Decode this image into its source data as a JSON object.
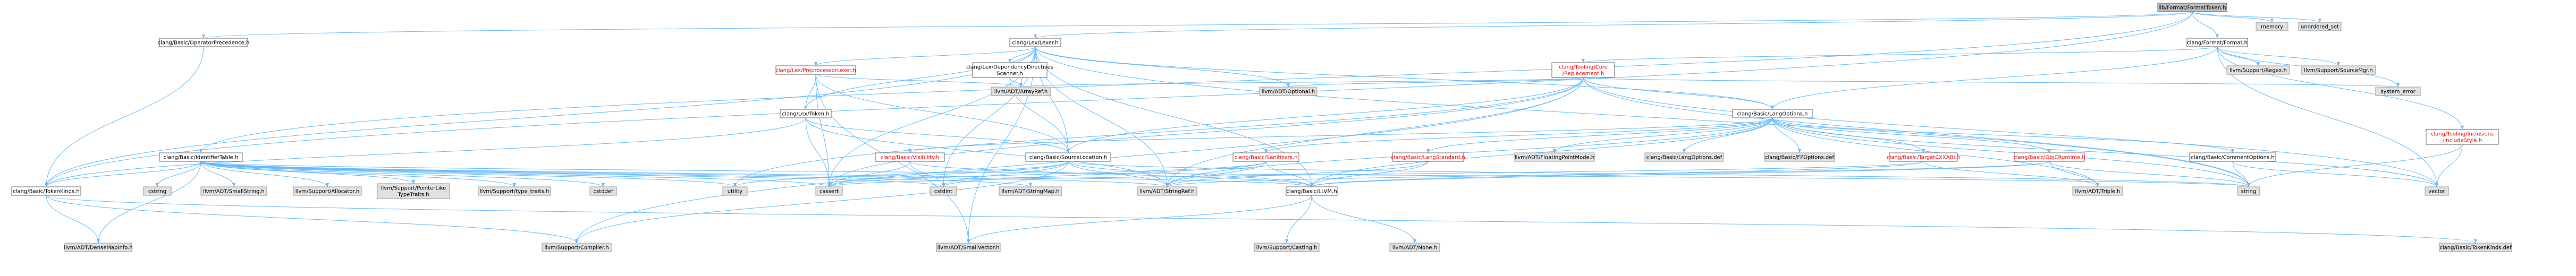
{
  "colors": {
    "node_fill": "#ffffff",
    "node_border": "#666666",
    "root_fill": "#bfbfbf",
    "external_fill": "#e0e0e0",
    "external_border": "#999999",
    "edge": "#63b8ff",
    "red_text": "#ff0000"
  },
  "nodes": [
    {
      "id": "root",
      "lines": [
        "lib/Format/FormatToken.h"
      ],
      "kind": "root"
    },
    {
      "id": "memory",
      "lines": [
        "memory"
      ],
      "kind": "external"
    },
    {
      "id": "unordered_set",
      "lines": [
        "unordered_set"
      ],
      "kind": "external"
    },
    {
      "id": "opprec",
      "lines": [
        "clang/Basic/OperatorPrecedence.h"
      ],
      "kind": "normal"
    },
    {
      "id": "lexer",
      "lines": [
        "clang/Lex/Lexer.h"
      ],
      "kind": "normal"
    },
    {
      "id": "format",
      "lines": [
        "clang/Format/Format.h"
      ],
      "kind": "normal"
    },
    {
      "id": "pplexer",
      "lines": [
        "clang/Lex/PreprocessorLexer.h"
      ],
      "kind": "red"
    },
    {
      "id": "depdir",
      "lines": [
        "clang/Lex/DependencyDirectives",
        "Scanner.h"
      ],
      "kind": "normal"
    },
    {
      "id": "replacement",
      "lines": [
        "clang/Tooling/Core",
        "/Replacement.h"
      ],
      "kind": "red"
    },
    {
      "id": "regex",
      "lines": [
        "llvm/Support/Regex.h"
      ],
      "kind": "external"
    },
    {
      "id": "srcmgr",
      "lines": [
        "llvm/Support/SourceMgr.h"
      ],
      "kind": "external"
    },
    {
      "id": "syserr",
      "lines": [
        "system_error"
      ],
      "kind": "external"
    },
    {
      "id": "token",
      "lines": [
        "clang/Lex/Token.h"
      ],
      "kind": "normal"
    },
    {
      "id": "arrayref",
      "lines": [
        "llvm/ADT/ArrayRef.h"
      ],
      "kind": "external"
    },
    {
      "id": "optional",
      "lines": [
        "llvm/ADT/Optional.h"
      ],
      "kind": "external"
    },
    {
      "id": "langopts",
      "lines": [
        "clang/Basic/LangOptions.h"
      ],
      "kind": "normal"
    },
    {
      "id": "inclstyle",
      "lines": [
        "clang/Tooling/Inclusions",
        "/IncludeStyle.h"
      ],
      "kind": "red"
    },
    {
      "id": "idtable",
      "lines": [
        "clang/Basic/IdentifierTable.h"
      ],
      "kind": "normal"
    },
    {
      "id": "visibility",
      "lines": [
        "clang/Basic/Visibility.h"
      ],
      "kind": "red"
    },
    {
      "id": "srcloc",
      "lines": [
        "clang/Basic/SourceLocation.h"
      ],
      "kind": "normal"
    },
    {
      "id": "sanitizers",
      "lines": [
        "clang/Basic/Sanitizers.h"
      ],
      "kind": "red"
    },
    {
      "id": "langstd",
      "lines": [
        "clang/Basic/LangStandard.h"
      ],
      "kind": "red"
    },
    {
      "id": "fpmode",
      "lines": [
        "llvm/ADT/FloatingPointMode.h"
      ],
      "kind": "external"
    },
    {
      "id": "langoptsdef",
      "lines": [
        "clang/Basic/LangOptions.def"
      ],
      "kind": "external"
    },
    {
      "id": "fpoptsdef",
      "lines": [
        "clang/Basic/FPOptions.def"
      ],
      "kind": "external"
    },
    {
      "id": "targetcxx",
      "lines": [
        "clang/Basic/TargetCXXABI.h"
      ],
      "kind": "red"
    },
    {
      "id": "objcrt",
      "lines": [
        "clang/Basic/ObjCRuntime.h"
      ],
      "kind": "red"
    },
    {
      "id": "commentopts",
      "lines": [
        "clang/Basic/CommentOptions.h"
      ],
      "kind": "normal"
    },
    {
      "id": "tokenkinds",
      "lines": [
        "clang/Basic/TokenKinds.h"
      ],
      "kind": "normal"
    },
    {
      "id": "cstring",
      "lines": [
        "cstring"
      ],
      "kind": "external"
    },
    {
      "id": "smallstring",
      "lines": [
        "llvm/ADT/SmallString.h"
      ],
      "kind": "external"
    },
    {
      "id": "allocator",
      "lines": [
        "llvm/Support/Allocator.h"
      ],
      "kind": "external"
    },
    {
      "id": "ptrlike",
      "lines": [
        "llvm/Support/PointerLike",
        "TypeTraits.h"
      ],
      "kind": "external"
    },
    {
      "id": "typetraits",
      "lines": [
        "llvm/Support/type_traits.h"
      ],
      "kind": "external"
    },
    {
      "id": "cstddef",
      "lines": [
        "cstddef"
      ],
      "kind": "external"
    },
    {
      "id": "utility",
      "lines": [
        "utility"
      ],
      "kind": "external"
    },
    {
      "id": "cassert",
      "lines": [
        "cassert"
      ],
      "kind": "external"
    },
    {
      "id": "cstdint",
      "lines": [
        "cstdint"
      ],
      "kind": "external"
    },
    {
      "id": "stringmap",
      "lines": [
        "llvm/ADT/StringMap.h"
      ],
      "kind": "external"
    },
    {
      "id": "stringref",
      "lines": [
        "llvm/ADT/StringRef.h"
      ],
      "kind": "external"
    },
    {
      "id": "llvmh",
      "lines": [
        "clang/Basic/LLVM.h"
      ],
      "kind": "normal"
    },
    {
      "id": "triple",
      "lines": [
        "llvm/ADT/Triple.h"
      ],
      "kind": "external"
    },
    {
      "id": "string",
      "lines": [
        "string"
      ],
      "kind": "external"
    },
    {
      "id": "vector",
      "lines": [
        "vector"
      ],
      "kind": "external"
    },
    {
      "id": "densemapinfo",
      "lines": [
        "llvm/ADT/DenseMapInfo.h"
      ],
      "kind": "external"
    },
    {
      "id": "compiler",
      "lines": [
        "llvm/Support/Compiler.h"
      ],
      "kind": "external"
    },
    {
      "id": "smallvector",
      "lines": [
        "llvm/ADT/SmallVector.h"
      ],
      "kind": "external"
    },
    {
      "id": "casting",
      "lines": [
        "llvm/Support/Casting.h"
      ],
      "kind": "external"
    },
    {
      "id": "none",
      "lines": [
        "llvm/ADT/None.h"
      ],
      "kind": "external"
    },
    {
      "id": "tokenkindsdef",
      "lines": [
        "clang/Basic/TokenKinds.def"
      ],
      "kind": "external"
    }
  ],
  "edges": [
    [
      "root",
      "memory"
    ],
    [
      "root",
      "unordered_set"
    ],
    [
      "root",
      "opprec"
    ],
    [
      "root",
      "lexer"
    ],
    [
      "root",
      "format"
    ],
    [
      "root",
      "idtable"
    ],
    [
      "root",
      "tokenkinds"
    ],
    [
      "opprec",
      "tokenkinds"
    ],
    [
      "lexer",
      "pplexer"
    ],
    [
      "lexer",
      "depdir"
    ],
    [
      "lexer",
      "token"
    ],
    [
      "lexer",
      "arrayref"
    ],
    [
      "lexer",
      "optional"
    ],
    [
      "lexer",
      "langopts"
    ],
    [
      "lexer",
      "srcloc"
    ],
    [
      "lexer",
      "tokenkinds"
    ],
    [
      "lexer",
      "llvmh"
    ],
    [
      "lexer",
      "stringref"
    ],
    [
      "lexer",
      "cassert"
    ],
    [
      "lexer",
      "cstdint"
    ],
    [
      "lexer",
      "string"
    ],
    [
      "lexer",
      "smallvector"
    ],
    [
      "format",
      "replacement"
    ],
    [
      "format",
      "langopts"
    ],
    [
      "format",
      "regex"
    ],
    [
      "format",
      "srcmgr"
    ],
    [
      "format",
      "syserr"
    ],
    [
      "format",
      "inclstyle"
    ],
    [
      "format",
      "vector"
    ],
    [
      "pplexer",
      "token"
    ],
    [
      "pplexer",
      "srcloc"
    ],
    [
      "pplexer",
      "cassert"
    ],
    [
      "pplexer",
      "smallvector"
    ],
    [
      "pplexer",
      "arrayref"
    ],
    [
      "depdir",
      "arrayref"
    ],
    [
      "depdir",
      "srcloc"
    ],
    [
      "replacement",
      "langopts"
    ],
    [
      "replacement",
      "srcloc"
    ],
    [
      "replacement",
      "arrayref"
    ],
    [
      "replacement",
      "optional"
    ],
    [
      "replacement",
      "stringref"
    ],
    [
      "replacement",
      "compiler"
    ],
    [
      "replacement",
      "string"
    ],
    [
      "replacement",
      "syserr"
    ],
    [
      "replacement",
      "vector"
    ],
    [
      "replacement",
      "utility"
    ],
    [
      "replacement",
      "cassert"
    ],
    [
      "inclstyle",
      "string"
    ],
    [
      "inclstyle",
      "vector"
    ],
    [
      "token",
      "srcloc"
    ],
    [
      "token",
      "tokenkinds"
    ],
    [
      "token",
      "stringref"
    ],
    [
      "token",
      "cassert"
    ],
    [
      "langopts",
      "visibility"
    ],
    [
      "langopts",
      "sanitizers"
    ],
    [
      "langopts",
      "langstd"
    ],
    [
      "langopts",
      "fpmode"
    ],
    [
      "langopts",
      "langoptsdef"
    ],
    [
      "langopts",
      "fpoptsdef"
    ],
    [
      "langopts",
      "targetcxx"
    ],
    [
      "langopts",
      "objcrt"
    ],
    [
      "langopts",
      "commentopts"
    ],
    [
      "langopts",
      "llvmh"
    ],
    [
      "langopts",
      "stringref"
    ],
    [
      "langopts",
      "triple"
    ],
    [
      "langopts",
      "string"
    ],
    [
      "langopts",
      "vector"
    ],
    [
      "idtable",
      "tokenkinds"
    ],
    [
      "idtable",
      "cstring"
    ],
    [
      "idtable",
      "smallstring"
    ],
    [
      "idtable",
      "allocator"
    ],
    [
      "idtable",
      "ptrlike"
    ],
    [
      "idtable",
      "typetraits"
    ],
    [
      "idtable",
      "cstddef"
    ],
    [
      "idtable",
      "utility"
    ],
    [
      "idtable",
      "cassert"
    ],
    [
      "idtable",
      "cstdint"
    ],
    [
      "idtable",
      "stringmap"
    ],
    [
      "idtable",
      "stringref"
    ],
    [
      "idtable",
      "llvmh"
    ],
    [
      "idtable",
      "string"
    ],
    [
      "idtable",
      "densemapinfo"
    ],
    [
      "visibility",
      "llvmh"
    ],
    [
      "visibility",
      "cassert"
    ],
    [
      "visibility",
      "cstdint"
    ],
    [
      "srcloc",
      "llvmh"
    ],
    [
      "srcloc",
      "compiler"
    ],
    [
      "srcloc",
      "stringref"
    ],
    [
      "srcloc",
      "cassert"
    ],
    [
      "srcloc",
      "cstdint"
    ],
    [
      "srcloc",
      "string"
    ],
    [
      "srcloc",
      "utility"
    ],
    [
      "sanitizers",
      "llvmh"
    ],
    [
      "sanitizers",
      "stringref"
    ],
    [
      "sanitizers",
      "cassert"
    ],
    [
      "sanitizers",
      "cstdint"
    ],
    [
      "langstd",
      "llvmh"
    ],
    [
      "langstd",
      "stringref"
    ],
    [
      "targetcxx",
      "llvmh"
    ],
    [
      "targetcxx",
      "triple"
    ],
    [
      "targetcxx",
      "cassert"
    ],
    [
      "objcrt",
      "llvmh"
    ],
    [
      "objcrt",
      "stringref"
    ],
    [
      "objcrt",
      "triple"
    ],
    [
      "objcrt",
      "string"
    ],
    [
      "commentopts",
      "string"
    ],
    [
      "commentopts",
      "vector"
    ],
    [
      "tokenkinds",
      "densemapinfo"
    ],
    [
      "tokenkinds",
      "compiler"
    ],
    [
      "tokenkinds",
      "tokenkindsdef"
    ],
    [
      "llvmh",
      "casting"
    ],
    [
      "llvmh",
      "none"
    ],
    [
      "llvmh",
      "smallvector"
    ]
  ]
}
